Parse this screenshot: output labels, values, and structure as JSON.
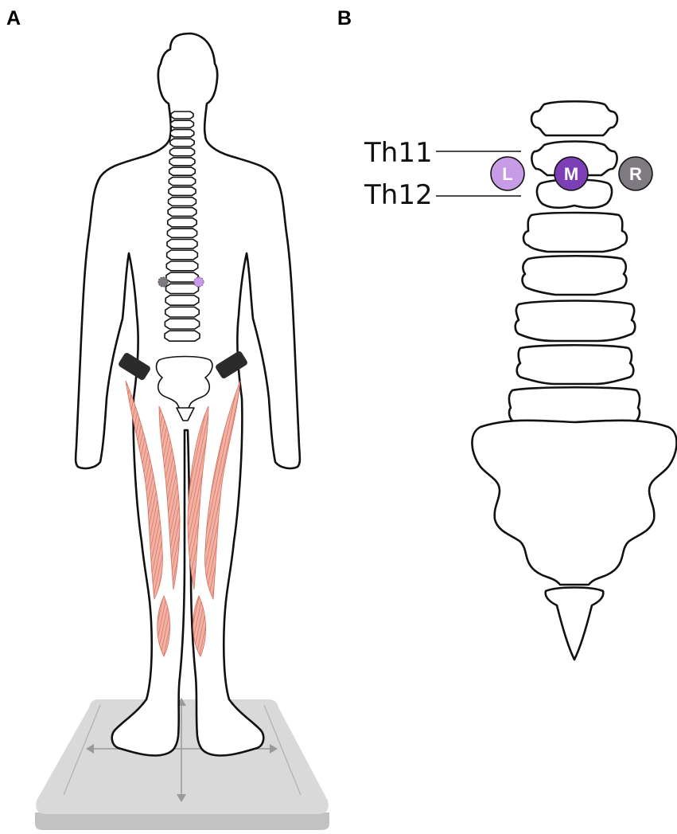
{
  "panels": {
    "a": {
      "letter": "A"
    },
    "b": {
      "letter": "B"
    }
  },
  "spine_levels": {
    "upper": "Th11",
    "lower": "Th12"
  },
  "markers": [
    {
      "label": "L",
      "color": "#c79be6"
    },
    {
      "label": "M",
      "color": "#7d3fb6"
    },
    {
      "label": "R",
      "color": "#7f7a82"
    }
  ],
  "colors": {
    "muscle": "#dd7a68",
    "muscle_dark": "#c9564a",
    "emg_pad": "#2b2b2b",
    "platform_top": "#d9d9d9",
    "platform_side": "#c2c2c2",
    "platform_arrow": "#999999",
    "outline": "#111111"
  },
  "icons": {
    "emg_electrode": "electrode-pad-icon",
    "force_plate": "force-plate-icon"
  }
}
